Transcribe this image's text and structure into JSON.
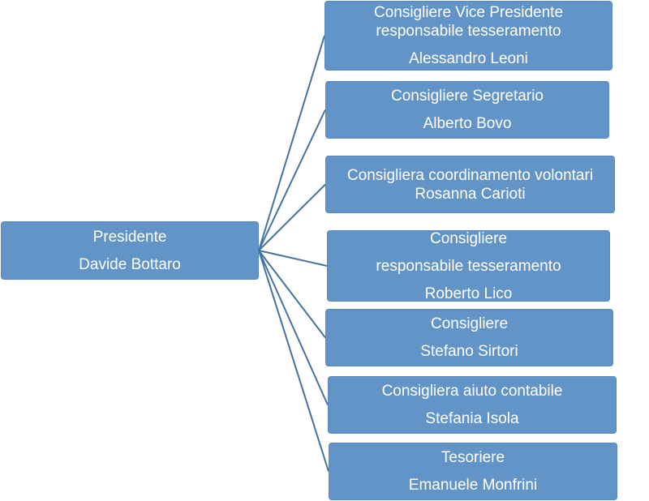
{
  "colors": {
    "box_fill": "#6294c8",
    "box_border": "#5786bb",
    "connector": "#44729f",
    "text": "#ffffff"
  },
  "root": {
    "role_lines": [
      "Presidente"
    ],
    "name": "Davide Bottaro"
  },
  "members": [
    {
      "role_lines": [
        "Consigliere Vice Presidente",
        "responsabile tesseramento"
      ],
      "name": "Alessandro Leoni"
    },
    {
      "role_lines": [
        "Consigliere Segretario"
      ],
      "name": "Alberto Bovo"
    },
    {
      "role_lines": [
        "Consigliera coordinamento volontari"
      ],
      "name": "Rosanna Carioti"
    },
    {
      "role_lines": [
        "Consigliere",
        "responsabile tesseramento"
      ],
      "name": "Roberto Lico"
    },
    {
      "role_lines": [
        "Consigliere"
      ],
      "name": "Stefano Sirtori"
    },
    {
      "role_lines": [
        "Consigliera aiuto contabile"
      ],
      "name": "Stefania Isola"
    },
    {
      "role_lines": [
        "Tesoriere"
      ],
      "name": "Emanuele Monfrini"
    }
  ]
}
